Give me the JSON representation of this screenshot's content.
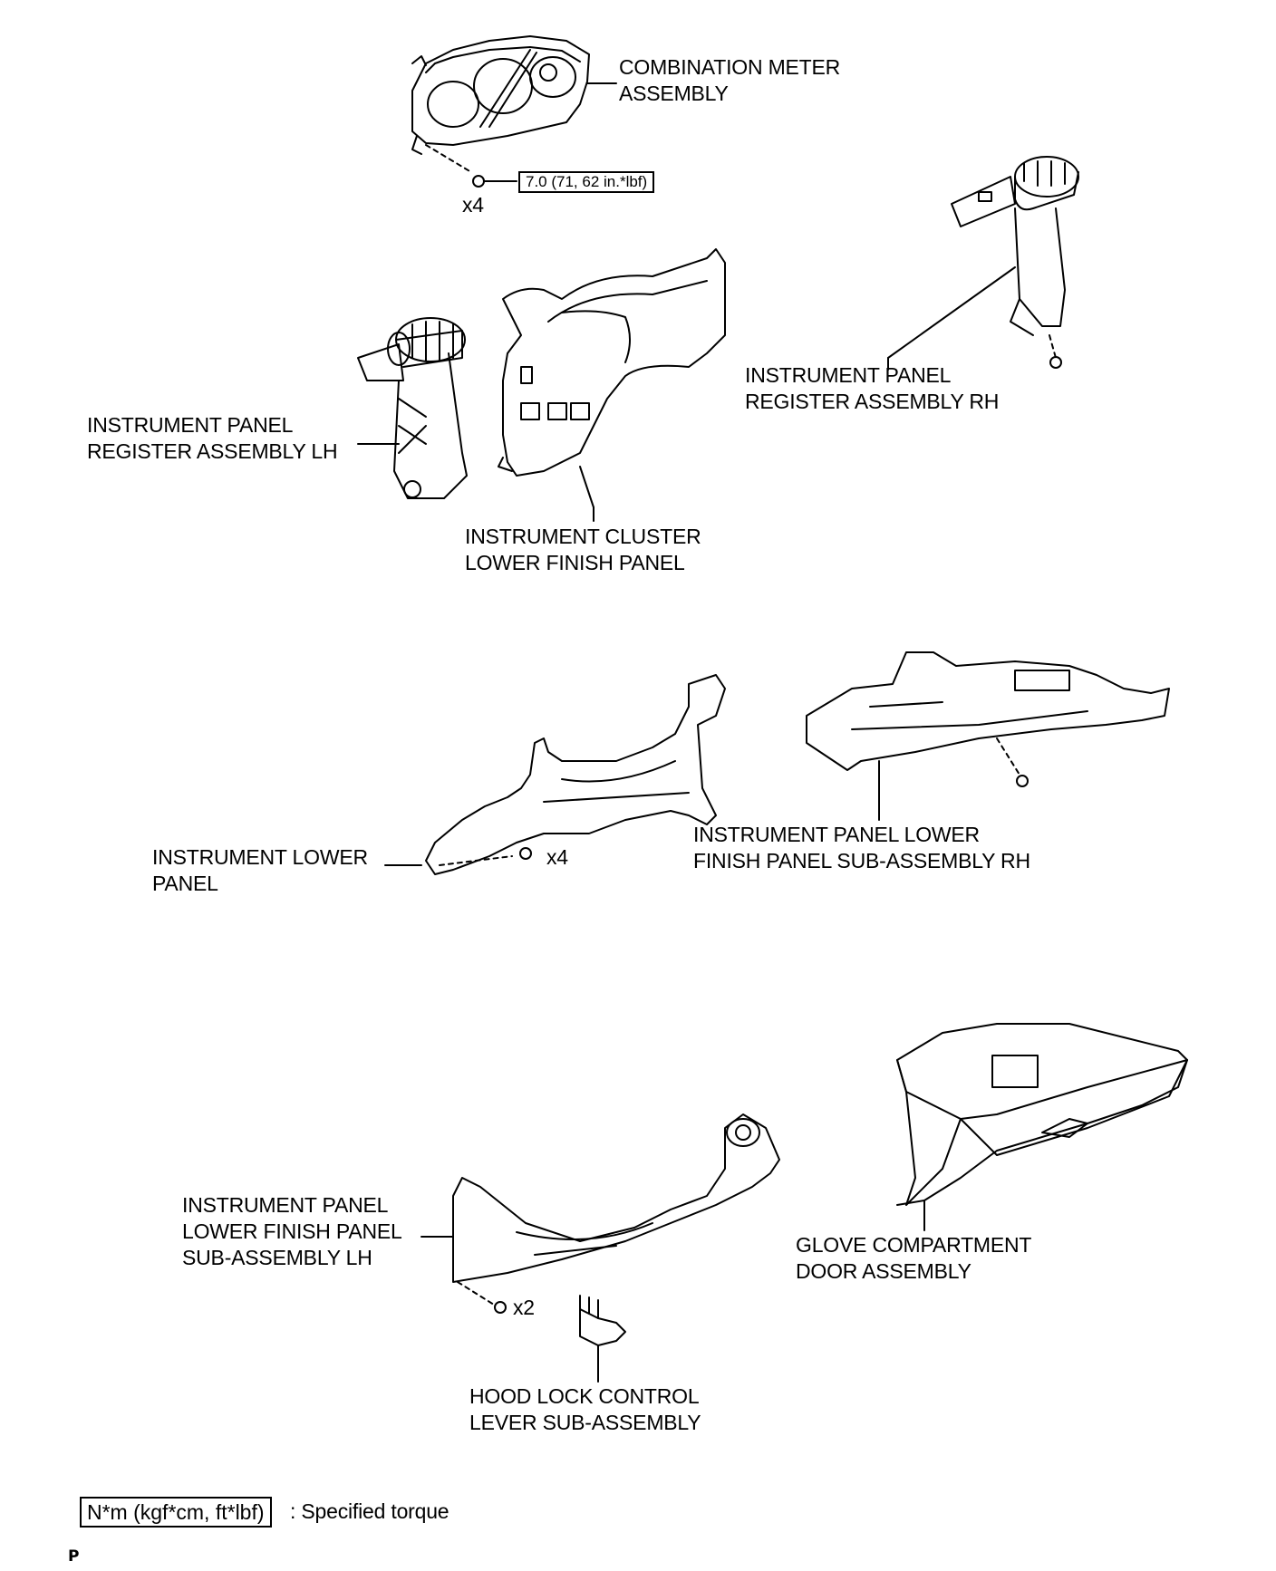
{
  "parts": {
    "combination_meter": [
      "COMBINATION METER",
      "ASSEMBLY"
    ],
    "register_rh": [
      "INSTRUMENT PANEL",
      "REGISTER ASSEMBLY RH"
    ],
    "register_lh": [
      "INSTRUMENT PANEL",
      "REGISTER ASSEMBLY LH"
    ],
    "cluster_lower_finish": [
      "INSTRUMENT CLUSTER",
      "LOWER FINISH PANEL"
    ],
    "instrument_lower_panel": [
      "INSTRUMENT LOWER",
      "PANEL"
    ],
    "lower_finish_rh": [
      "INSTRUMENT PANEL LOWER",
      "FINISH PANEL SUB-ASSEMBLY RH"
    ],
    "lower_finish_lh": [
      "INSTRUMENT PANEL",
      "LOWER FINISH PANEL",
      "SUB-ASSEMBLY LH"
    ],
    "glove_compartment": [
      "GLOVE COMPARTMENT",
      "DOOR ASSEMBLY"
    ],
    "hood_lock": [
      "HOOD LOCK CONTROL",
      "LEVER SUB-ASSEMBLY"
    ]
  },
  "quantities": {
    "meter_screws": "x4",
    "lower_panel_screws": "x4",
    "lh_panel_screws": "x2"
  },
  "torque": {
    "meter_screw": "7.0 (71, 62 in.*lbf)"
  },
  "legend": {
    "unit_box": "N*m (kgf*cm, ft*lbf)",
    "description": ": Specified torque"
  },
  "footer": {
    "page_marker": "P"
  }
}
